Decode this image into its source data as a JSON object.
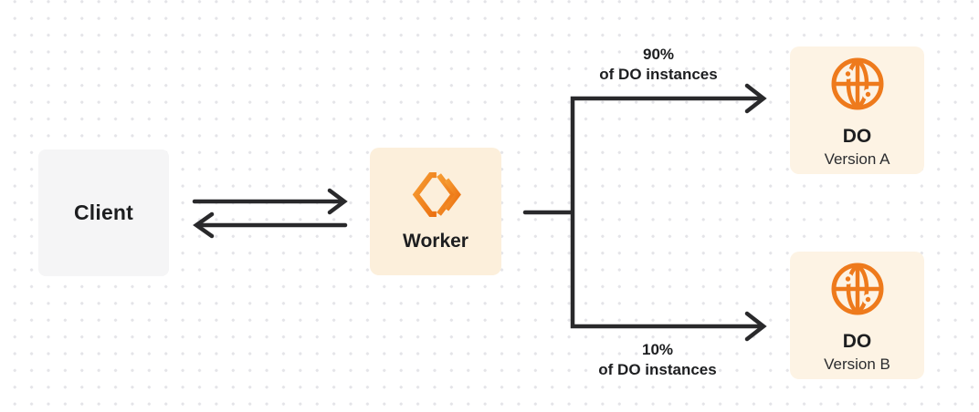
{
  "colors": {
    "canvas_bg": "#ffffff",
    "dot_grid": "#e4e4e8",
    "client_box_bg": "#f5f5f6",
    "worker_box_bg": "#fcefdb",
    "do_box_bg": "#fdf3e4",
    "accent_orange": "#ee7a1c",
    "accent_orange_light": "#f69d33",
    "accent_orange_dark": "#eb6f10",
    "text_primary": "#1d1e20",
    "text_secondary": "#2b2c2f",
    "arrow_stroke": "#29292b"
  },
  "nodes": {
    "client": {
      "label": "Client"
    },
    "worker": {
      "label": "Worker",
      "icon": "cloudflare-workers-logo"
    },
    "do_version_a": {
      "title": "DO",
      "subtitle": "Version A",
      "icon": "durable-object-globe"
    },
    "do_version_b": {
      "title": "DO",
      "subtitle": "Version B",
      "icon": "durable-object-globe"
    }
  },
  "edge_labels": {
    "top_branch": {
      "line1": "90%",
      "line2": "of DO instances"
    },
    "bottom_branch": {
      "line1": "10%",
      "line2": "of DO instances"
    }
  },
  "edges": [
    {
      "from": "client",
      "to": "worker",
      "type": "arrow"
    },
    {
      "from": "worker",
      "to": "client",
      "type": "arrow"
    },
    {
      "from": "worker",
      "to": "do_version_a",
      "type": "branch-arrow",
      "label": "90% of DO instances"
    },
    {
      "from": "worker",
      "to": "do_version_b",
      "type": "branch-arrow",
      "label": "10% of DO instances"
    }
  ]
}
